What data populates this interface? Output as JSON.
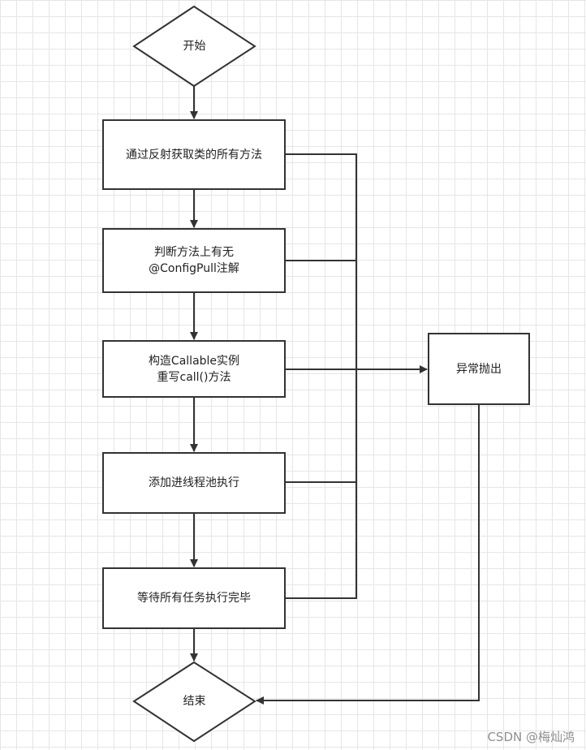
{
  "colors": {
    "stroke": "#333333",
    "fill": "#ffffff",
    "grid": "#e6e6e6",
    "watermark": "#8f8f8f"
  },
  "nodes": {
    "start": "开始",
    "get_methods": "通过反射获取类的所有方法",
    "check_annotation": "判断方法上有无\n@ConfigPull注解",
    "build_callable": "构造Callable实例\n重写call()方法",
    "add_threadpool": "添加进线程池执行",
    "wait_tasks": "等待所有任务执行完毕",
    "exception": "异常抛出",
    "end": "结束"
  },
  "watermark": "CSDN @梅灿鸿"
}
